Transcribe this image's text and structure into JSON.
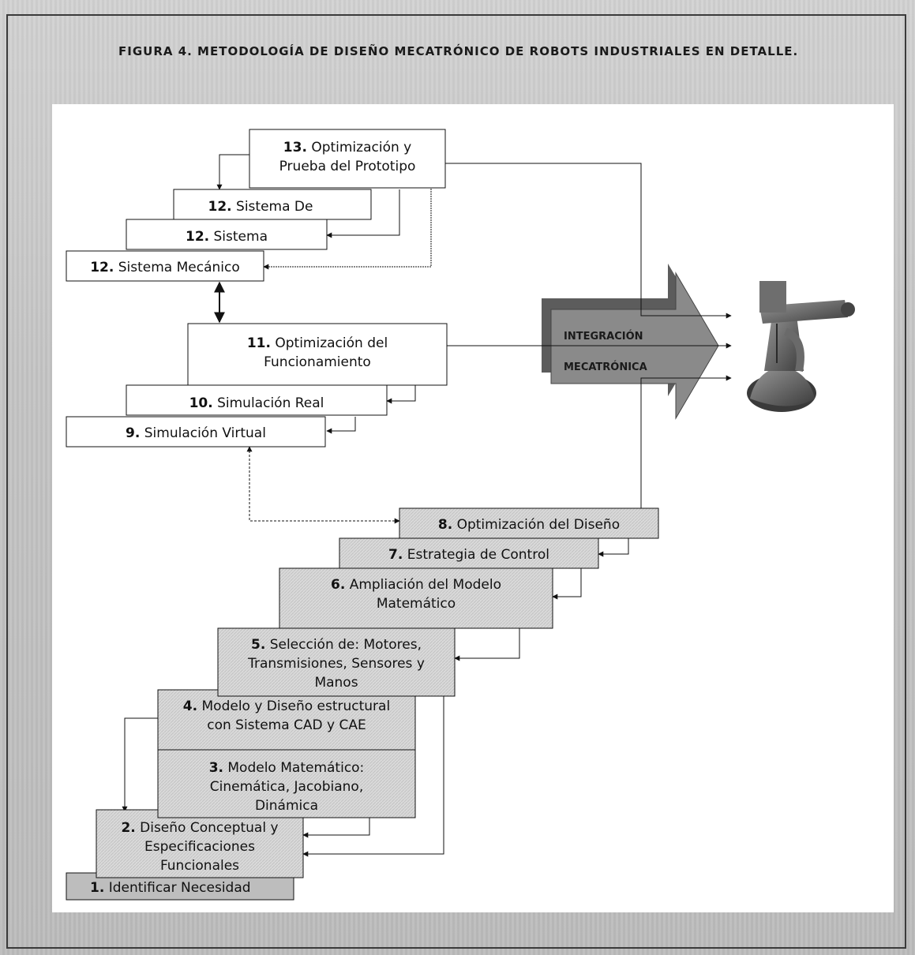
{
  "figure": {
    "title": "FIGURA 4. METODOLOGÍA DE DISEÑO MECATRÓNICO DE ROBOTS INDUSTRIALES EN DETALLE."
  },
  "steps": [
    {
      "num": "1.",
      "lines": [
        "Identificar Necesidad"
      ]
    },
    {
      "num": "2.",
      "lines": [
        "Diseño Conceptual y",
        "Especificaciones",
        "Funcionales"
      ]
    },
    {
      "num": "3.",
      "lines": [
        "Modelo Matemático:",
        "Cinemática, Jacobiano,",
        "Dinámica"
      ]
    },
    {
      "num": "4.",
      "lines": [
        "Modelo y Diseño estructural",
        "con Sistema CAD y CAE"
      ]
    },
    {
      "num": "5.",
      "lines": [
        "Selección de: Motores,",
        "Transmisiones, Sensores y",
        "Manos"
      ]
    },
    {
      "num": "6.",
      "lines": [
        "Ampliación del Modelo",
        "Matemático"
      ]
    },
    {
      "num": "7.",
      "lines": [
        "Estrategia de Control"
      ]
    },
    {
      "num": "8.",
      "lines": [
        "Optimización del Diseño"
      ]
    },
    {
      "num": "9.",
      "lines": [
        "Simulación Virtual"
      ]
    },
    {
      "num": "10.",
      "lines": [
        "Simulación Real"
      ]
    },
    {
      "num": "11.",
      "lines": [
        "Optimización del",
        "Funcionamiento"
      ]
    },
    {
      "num": "12.",
      "lines": [
        "Sistema Mecánico"
      ]
    },
    {
      "num": "12.",
      "lines": [
        "Sistema"
      ]
    },
    {
      "num": "12.",
      "lines": [
        "Sistema De"
      ]
    },
    {
      "num": "13.",
      "lines": [
        "Optimización y",
        "Prueba del Prototipo"
      ]
    }
  ],
  "integration": {
    "line1": "INTEGRACIÓN",
    "line2": "MECATRÓNICA"
  },
  "colors": {
    "box_fill": "#ffffff",
    "box_shaded": "#d6d6d6",
    "arrow_fill": "#8a8a8a",
    "arrow_shadow": "#5c5c5c",
    "robot": "#555555"
  }
}
